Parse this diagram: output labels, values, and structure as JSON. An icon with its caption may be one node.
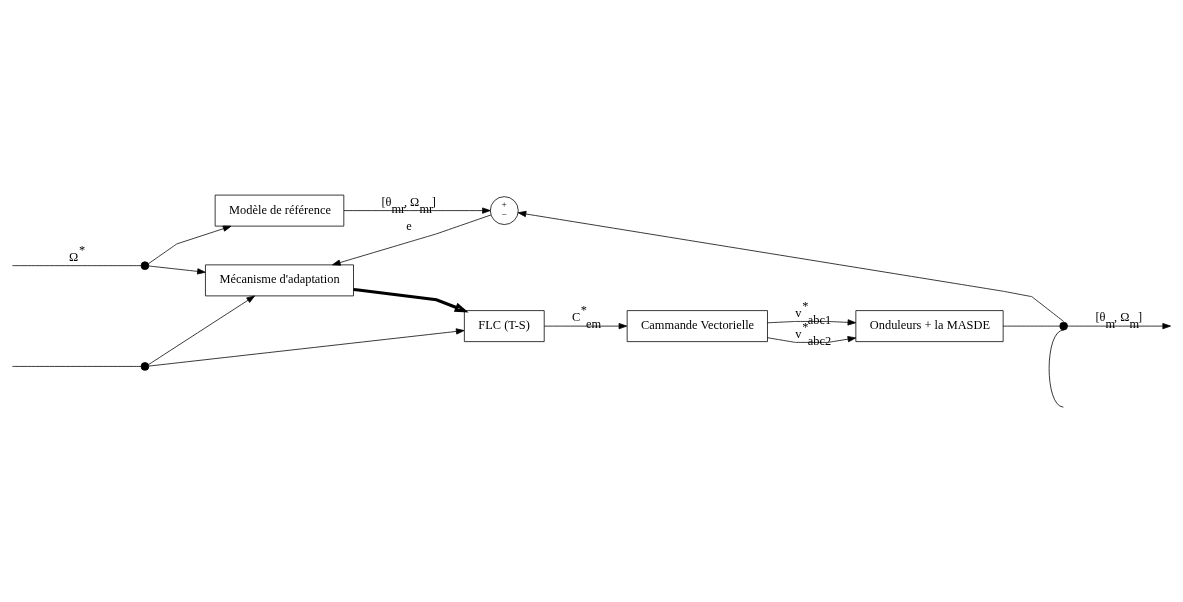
{
  "diagram": {
    "nodes": [
      {
        "text": [
          "Modèle de référence"
        ]
      },
      {
        "text": [
          "Mécanisme d'adaptation"
        ]
      },
      {
        "text": [
          "FLC (T-S)"
        ]
      },
      {
        "text": [
          "Cammande Vectorielle"
        ]
      },
      {
        "text": [
          "Onduleurs + la MASDE"
        ]
      },
      {
        "text": [
          "+",
          "−"
        ]
      },
      {
        "text": [],
        "shape": "circle"
      },
      {
        "text": [],
        "shape": "circle"
      },
      {
        "text": [],
        "shape": "circle"
      }
    ],
    "edges": [
      {
        "from": null,
        "to": 6,
        "arrow": "none",
        "label": "Ω$^{*}$"
      },
      {
        "from": 6,
        "to": 0,
        "arrow": "to"
      },
      {
        "from": 6,
        "to": 1,
        "arrow": "to"
      },
      {
        "from": 0,
        "to": 5,
        "arrow": "to",
        "label": "[θ$_{mr}$, Ω$_{mr}$]"
      },
      {
        "from": 5,
        "to": 1,
        "arrow": "to",
        "label": "e"
      },
      {
        "from": 1,
        "to": 2,
        "arrow": "to",
        "style": "thick"
      },
      {
        "from": null,
        "to": 8,
        "arrow": "none"
      },
      {
        "from": 8,
        "to": 1,
        "arrow": "to"
      },
      {
        "from": 8,
        "to": 2,
        "arrow": "to"
      },
      {
        "from": 2,
        "to": 3,
        "arrow": "to",
        "label": "C$^{*}$$_{em}$"
      },
      {
        "from": 3,
        "to": 4,
        "arrow": "to",
        "label": "v$^{*}$$_{abc1}$"
      },
      {
        "from": 3,
        "to": 4,
        "arrow": "to",
        "label": "v$^{*}$$_{abc2}$"
      },
      {
        "from": 4,
        "to": 7,
        "arrow": "none"
      },
      {
        "from": 7,
        "to": null,
        "arrow": "to",
        "label": "[θ$_{m}$, Ω$_{m}$]"
      },
      {
        "from": 7,
        "to": 5,
        "arrow": "to"
      },
      {
        "from": 7,
        "to": null,
        "arrow": "none"
      }
    ]
  }
}
